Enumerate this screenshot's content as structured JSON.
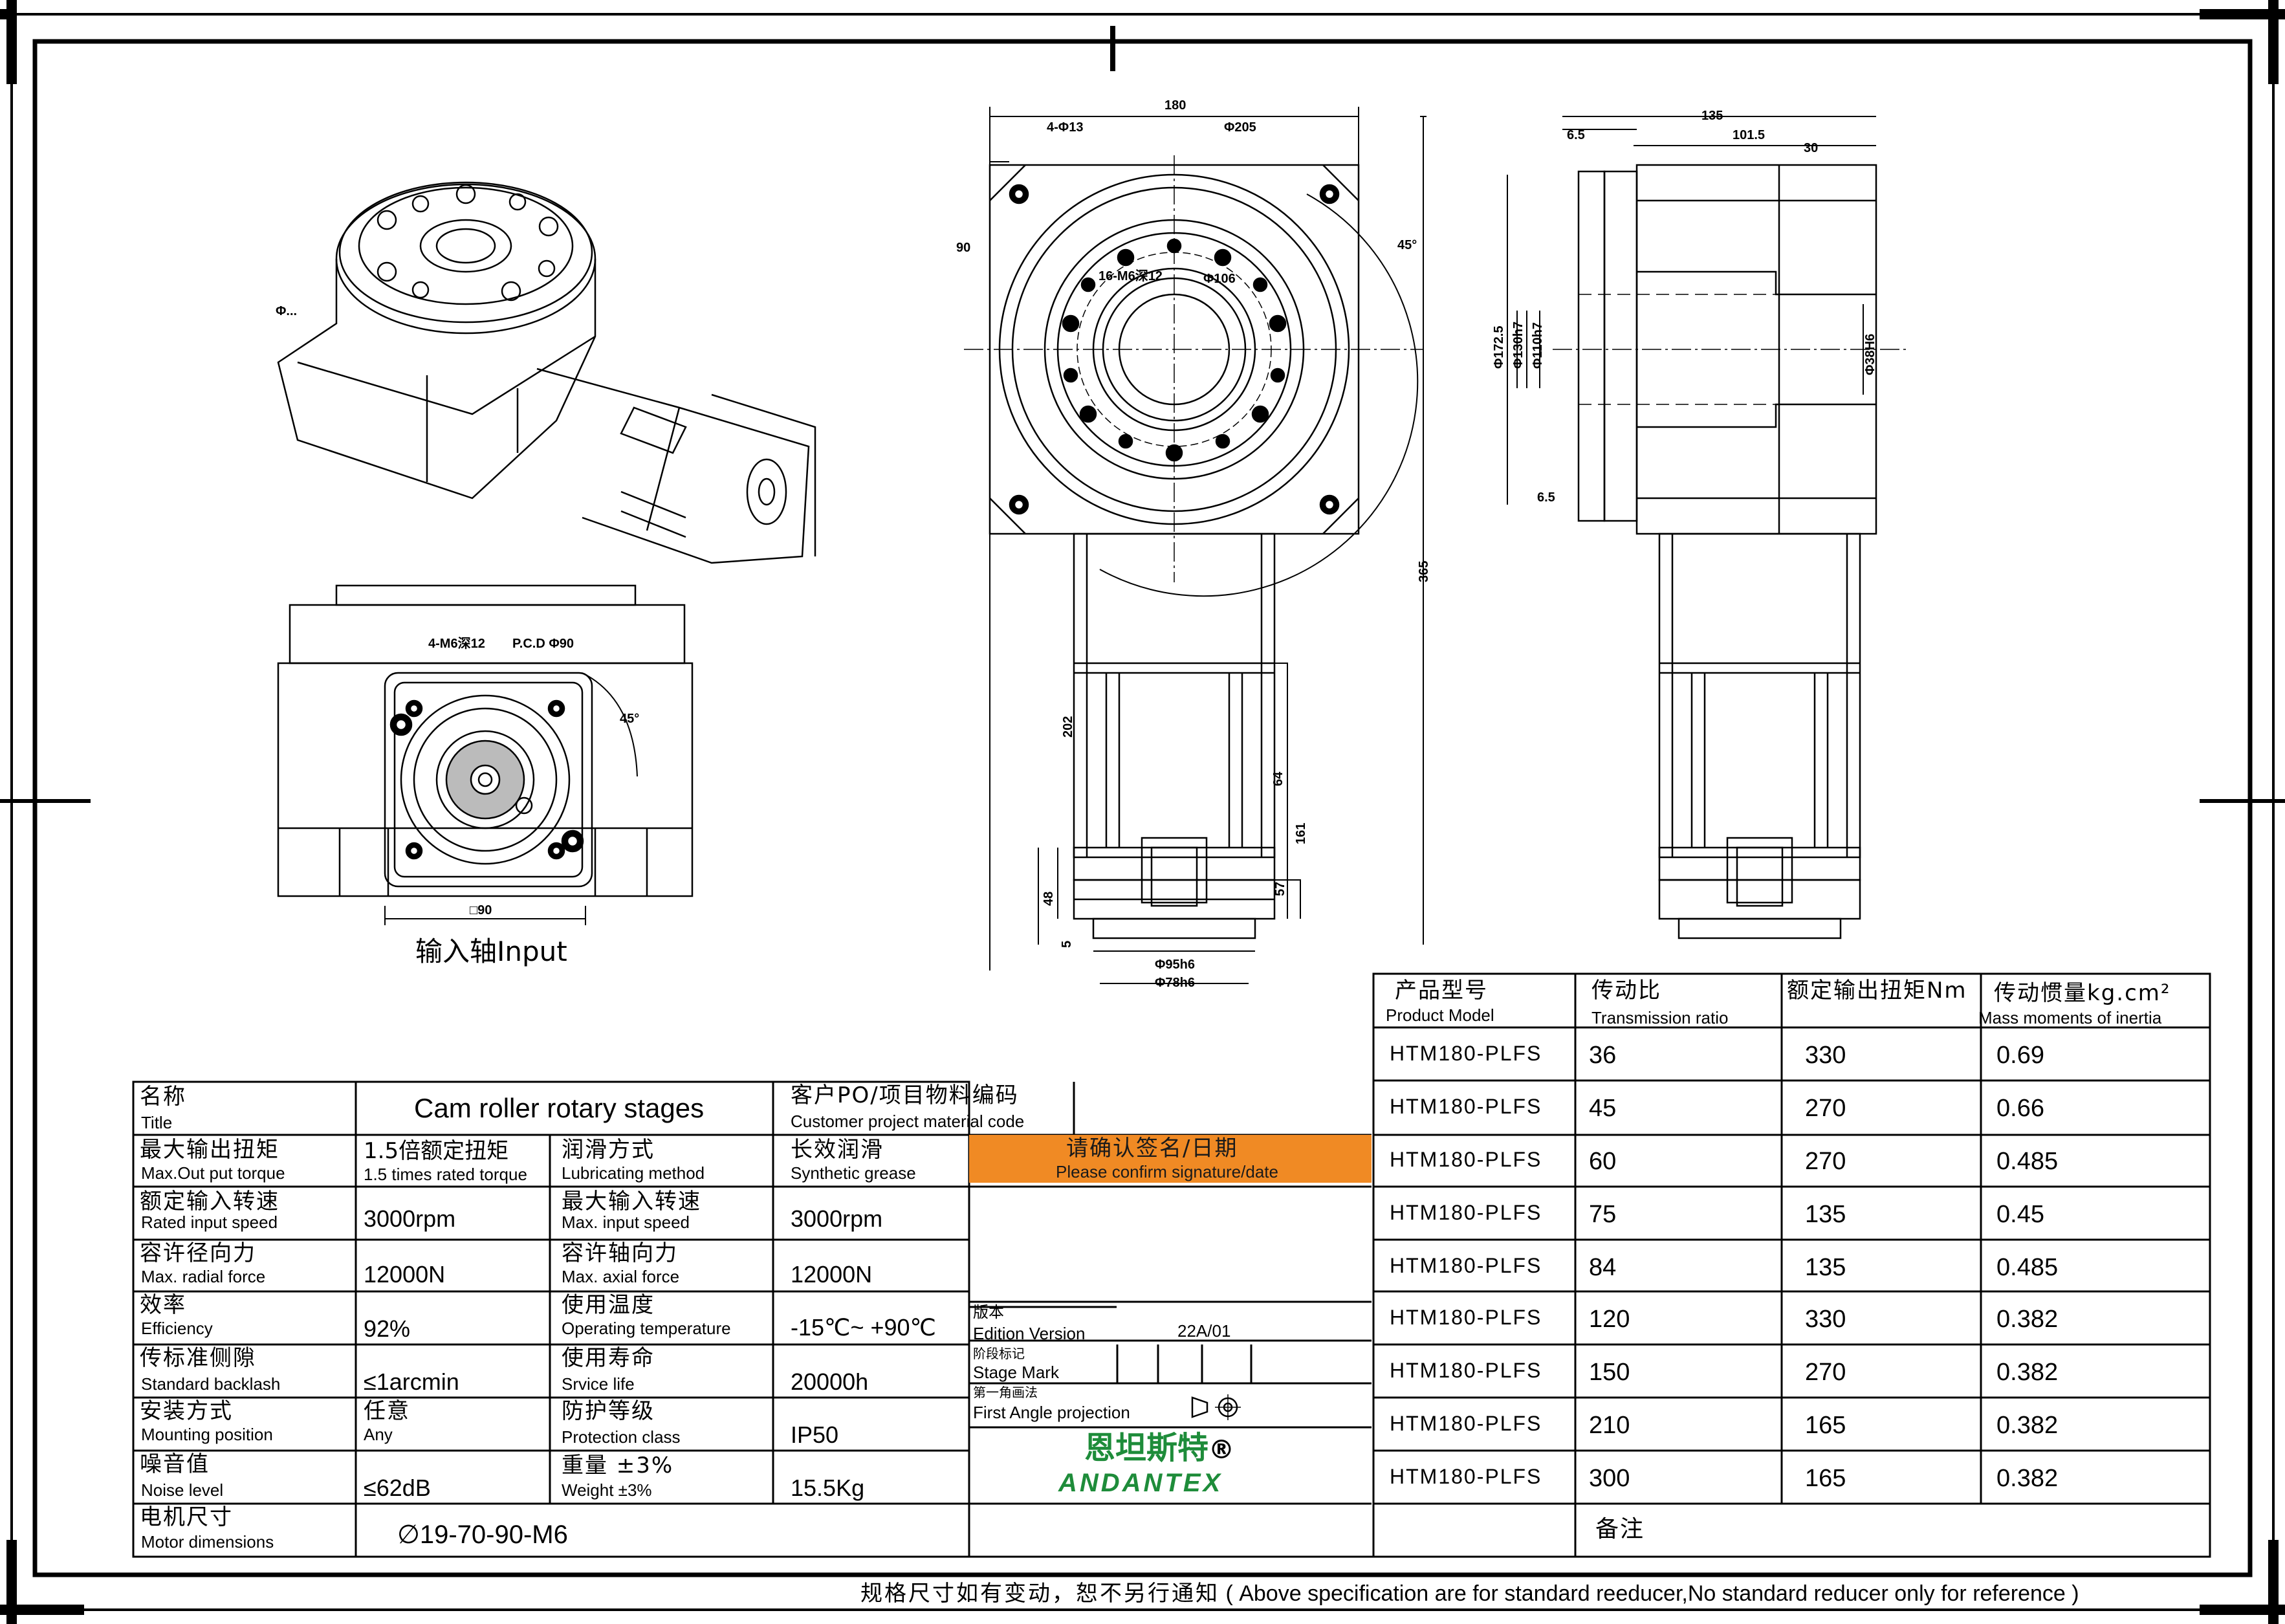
{
  "views": {
    "input_caption": "输入轴Input",
    "iso_label": "Φ...",
    "dims": {
      "hole_4": "4-Φ13",
      "width_180": "180",
      "dia_205": "Φ205",
      "angle_45a": "45°",
      "side_90": "90",
      "m6": "16-M6深12",
      "dia_106": "Φ106",
      "total_365": "365",
      "len_202": "202",
      "len_64": "64",
      "len_161": "161",
      "len_48": "48",
      "len_5": "5",
      "len_57": "57",
      "dia_95": "Φ95h6",
      "dia_78": "Φ78h6",
      "s135": "135",
      "s65": "6.5",
      "s1015": "101.5",
      "s30": "30",
      "d172": "Φ172.5",
      "d130": "Φ130h7",
      "d110": "Φ110h7",
      "d38": "Φ38H6",
      "s65b": "6.5",
      "in_4m6": "4-M6深12",
      "in_pcd": "P.C.D Φ90",
      "in_45": "45°",
      "in_sq": "□90"
    }
  },
  "spec_table": {
    "title_cn": "名称",
    "title_en": "Title",
    "title_value": "Cam roller rotary stages",
    "customer_cn": "客户PO/项目物料编码",
    "customer_en": "Customer project material code",
    "rows": [
      {
        "cn": "最大输出扭矩",
        "en": "Max.Out put torque",
        "value_cn": "1.5倍额定扭矩",
        "value_en": "1.5 times rated torque",
        "cn2": "润滑方式",
        "en2": "Lubricating method",
        "value2_cn": "长效润滑",
        "value2_en": "Synthetic grease"
      },
      {
        "cn": "额定输入转速",
        "en": "Rated input speed",
        "value": "3000rpm",
        "cn2": "最大输入转速",
        "en2": "Max. input speed",
        "value2": "3000rpm"
      },
      {
        "cn": "容许径向力",
        "en": "Max. radial force",
        "value": "12000N",
        "cn2": "容许轴向力",
        "en2": "Max. axial force",
        "value2": "12000N"
      },
      {
        "cn": "效率",
        "en": "Efficiency",
        "value": "92%",
        "cn2": "使用温度",
        "en2": "Operating temperature",
        "value2": "-15℃~ +90℃"
      },
      {
        "cn": "传标准侧隙",
        "en": "Standard backlash",
        "value": "≤1arcmin",
        "cn2": "使用寿命",
        "en2": "Srvice life",
        "value2": "20000h"
      },
      {
        "cn": "安装方式",
        "en": "Mounting position",
        "value_cn": "任意",
        "value_en": "Any",
        "cn2": "防护等级",
        "en2": "Protection class",
        "value2": "IP50"
      },
      {
        "cn": "噪音值",
        "en": "Noise level",
        "value": "≤62dB",
        "cn2": "重量 ±3%",
        "en2": "Weight ±3%",
        "value2": "15.5Kg"
      }
    ],
    "motor_cn": "电机尺寸",
    "motor_en": "Motor dimensions",
    "motor_value": "∅19-70-90-M6"
  },
  "approval": {
    "confirm_cn": "请确认签名/日期",
    "confirm_en": "Please confirm signature/date",
    "edition_cn": "版本",
    "edition_en": "Edition Version",
    "edition_value": "22A/01",
    "stage_cn": "阶段标记",
    "stage_en": "Stage Mark",
    "projection_cn": "第一角画法",
    "projection_en": "First Angle projection",
    "brand_cn": "恩坦斯特",
    "brand_reg": "®",
    "brand_en": "ANDANTEX",
    "brand_color": "#1e8c3a",
    "accent_color": "#f08a24"
  },
  "model_table": {
    "headers": [
      {
        "cn": "产品型号",
        "en": "Product Model"
      },
      {
        "cn": "传动比",
        "en": "Transmission ratio"
      },
      {
        "cn": "额定输出扭矩Nm",
        "en": ""
      },
      {
        "cn": "传动惯量kg.cm²",
        "en": "Mass moments of inertia"
      }
    ],
    "rows": [
      [
        "HTM180-PLFS",
        "36",
        "330",
        "0.69"
      ],
      [
        "HTM180-PLFS",
        "45",
        "270",
        "0.66"
      ],
      [
        "HTM180-PLFS",
        "60",
        "270",
        "0.485"
      ],
      [
        "HTM180-PLFS",
        "75",
        "135",
        "0.45"
      ],
      [
        "HTM180-PLFS",
        "84",
        "135",
        "0.485"
      ],
      [
        "HTM180-PLFS",
        "120",
        "330",
        "0.382"
      ],
      [
        "HTM180-PLFS",
        "150",
        "270",
        "0.382"
      ],
      [
        "HTM180-PLFS",
        "210",
        "165",
        "0.382"
      ],
      [
        "HTM180-PLFS",
        "300",
        "165",
        "0.382"
      ]
    ],
    "remarks_cn": "备注"
  },
  "footer": {
    "note_cn": "规格尺寸如有变动，恕不另行通知",
    "note_en": "( Above specification are for standard reeducer,No standard reducer only for reference )"
  }
}
